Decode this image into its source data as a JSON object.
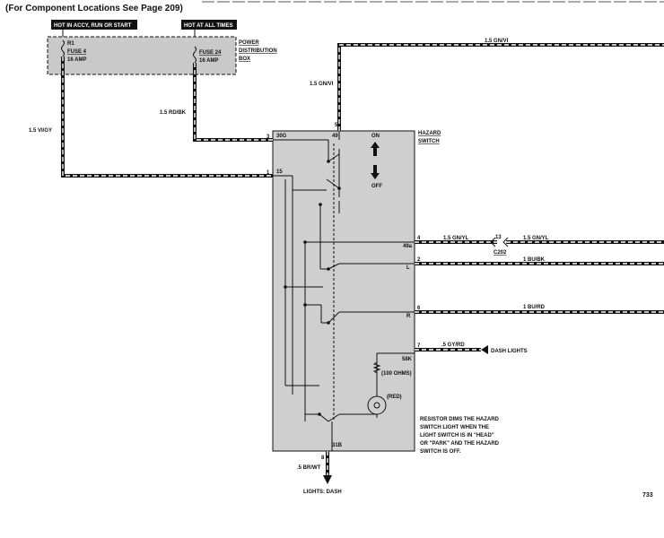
{
  "header": {
    "title": "(For Component Locations See Page 209)"
  },
  "power_box": {
    "hot_accy": "HOT IN ACCY, RUN OR START",
    "hot_always": "HOT AT ALL TIMES",
    "fuse4": {
      "r": "R1",
      "name": "FUSE 4",
      "rating": "16 AMP"
    },
    "fuse24": {
      "name": "FUSE 24",
      "rating": "16 AMP"
    },
    "label_line1": "POWER",
    "label_line2": "DISTRIBUTION",
    "label_line3": "BOX"
  },
  "hazard_switch": {
    "label_line1": "HAZARD",
    "label_line2": "SWITCH",
    "on": "ON",
    "off": "OFF",
    "terminals": {
      "t30g": "30G",
      "t49": "49",
      "t15": "15",
      "t49a": "49a",
      "tL": "L",
      "tR": "R",
      "t58k": "58K",
      "t31b": "31B"
    },
    "resistor": "(100 OHMS)",
    "lamp": "(RED)"
  },
  "pins": {
    "p1": "1",
    "p2": "2",
    "p3": "3",
    "p4": "4",
    "p5": "5",
    "p6": "6",
    "p7": "7",
    "p8": "8",
    "p13": "13"
  },
  "wires": {
    "gn_vi": "1.5 GN/VI",
    "gn_vi_2": "1.5 GN/VI",
    "rd_bk": "1.5 RD/BK",
    "vi_gy": "1.5 VI/GY",
    "gn_yl_a": "1.5 GN/YL",
    "gn_yl_b": "1.5 GN/YL",
    "bu_bk": "1 BU/BK",
    "bu_rd": "1 BU/RD",
    "gy_rd": ".5 GY/RD",
    "br_wt": ".5 BR/WT"
  },
  "connector": "C202",
  "dash_lights": "DASH LIGHTS",
  "lights_dash": "LIGHTS: DASH",
  "note": {
    "line1": "RESISTOR DIMS THE HAZARD",
    "line2": "SWITCH LIGHT WHEN THE",
    "line3": "LIGHT SWITCH IS IN \"HEAD\"",
    "line4": "OR \"PARK\" AND THE HAZARD",
    "line5": "SWITCH IS OFF."
  },
  "page_number": "733"
}
